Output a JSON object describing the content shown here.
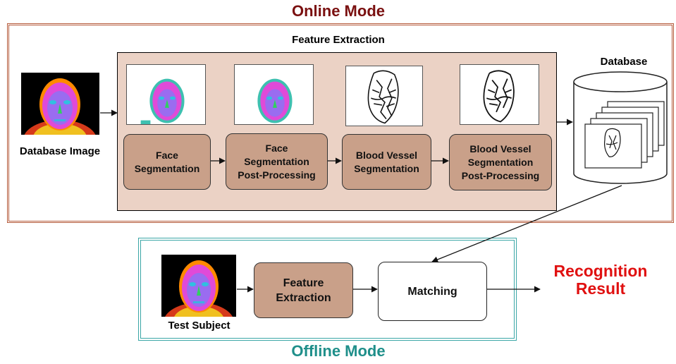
{
  "titles": {
    "online": "Online Mode",
    "offline": "Offline Mode"
  },
  "feature_extraction": {
    "title": "Feature Extraction",
    "steps": [
      {
        "label": "Face\nSegmentation",
        "thumb_icon": "segmented-face-icon"
      },
      {
        "label": "Face\nSegmentation\nPost-Processing",
        "thumb_icon": "segmented-face-icon"
      },
      {
        "label": "Blood Vessel\nSegmentation",
        "thumb_icon": "vessel-map-icon"
      },
      {
        "label": "Blood Vessel\nSegmentation\nPost-Processing",
        "thumb_icon": "vessel-map-icon"
      }
    ]
  },
  "inputs": {
    "database_image_label": "Database Image",
    "test_subject_label": "Test Subject"
  },
  "database": {
    "label": "Database",
    "icon": "database-cylinder-icon"
  },
  "offline": {
    "feature_extraction_label": "Feature\nExtraction",
    "matching_label": "Matching"
  },
  "result": {
    "label": "Recognition\nResult",
    "color": "#e01010"
  },
  "colors": {
    "online_title": "#7a1010",
    "offline_title": "#1f8f8a",
    "panel": "#ebd2c5",
    "process_box": "#c9a089"
  }
}
